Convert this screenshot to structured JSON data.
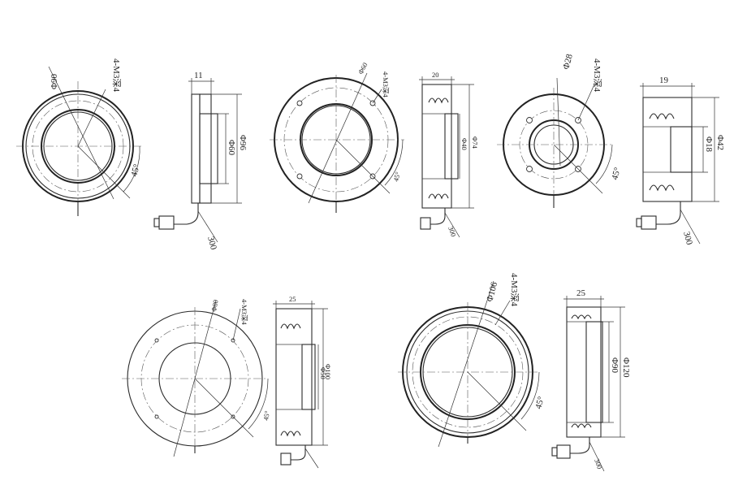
{
  "drawings": [
    {
      "id": "light-1",
      "front": {
        "outer_dia": "Φ90",
        "holes": "4-M3深4",
        "angle": "45°"
      },
      "side": {
        "thickness": "11",
        "outer_dia": "Φ96",
        "inner_dia": "Φ60",
        "cable": "300"
      }
    },
    {
      "id": "light-2",
      "front": {
        "outer_dia": "Φ60",
        "holes": "4-M3深4",
        "angle": "45°"
      },
      "side": {
        "thickness": "20",
        "outer_dia": "Φ74",
        "inner_dia": "Φ40",
        "cable": "300"
      }
    },
    {
      "id": "light-3",
      "front": {
        "outer_dia": "Φ28",
        "holes": "4-M3深4",
        "angle": "45°"
      },
      "side": {
        "thickness": "19",
        "outer_dia": "Φ42",
        "inner_dia": "Φ18",
        "cable": "300"
      }
    },
    {
      "id": "light-4",
      "front": {
        "outer_dia": "Φ80",
        "holes": "4-M3深4",
        "angle": "45°"
      },
      "side": {
        "thickness": "25",
        "outer_dia": "Φ100",
        "inner_dia": "Φ50"
      }
    },
    {
      "id": "light-5",
      "front": {
        "outer_dia": "Φ106",
        "holes": "4-M3深4",
        "angle": "45°"
      },
      "side": {
        "thickness": "25",
        "outer_dia": "Φ120",
        "inner_dia": "Φ90",
        "cable": "300"
      }
    }
  ]
}
